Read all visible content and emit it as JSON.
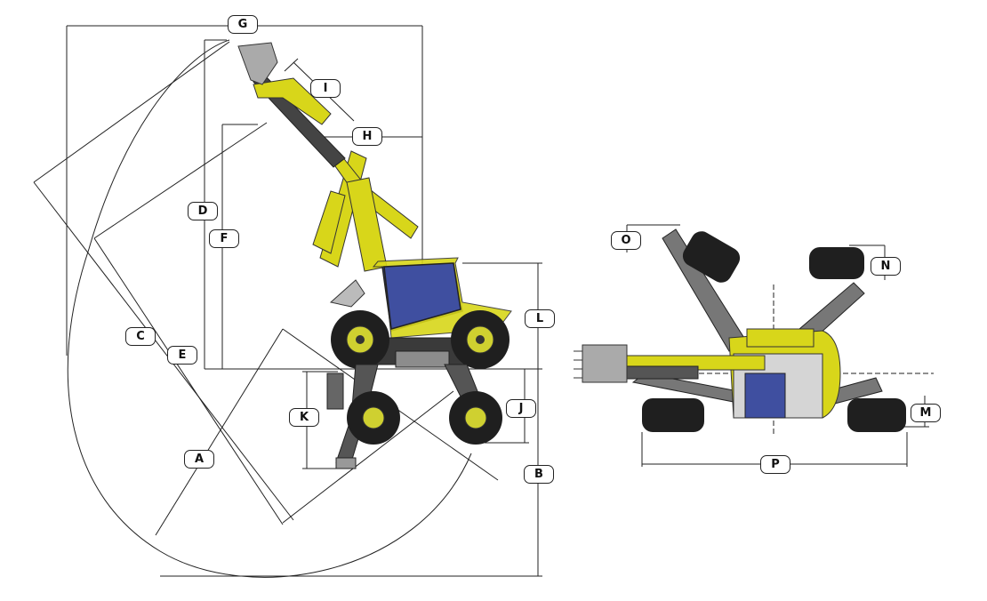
{
  "labels": {
    "A": "A",
    "B": "B",
    "C": "C",
    "D": "D",
    "E": "E",
    "F": "F",
    "G": "G",
    "H": "H",
    "I": "I",
    "J": "J",
    "K": "K",
    "L": "L",
    "M": "M",
    "N": "N",
    "O": "O",
    "P": "P"
  },
  "colors": {
    "machine_yellow": "#d8d61a",
    "machine_dark": "#3a3a3a",
    "machine_grey": "#8c8c8c",
    "cab_glass": "#3f4fa0",
    "tire": "#1f1f1f",
    "rim": "#cfd030",
    "dimension_line": "#222222"
  }
}
